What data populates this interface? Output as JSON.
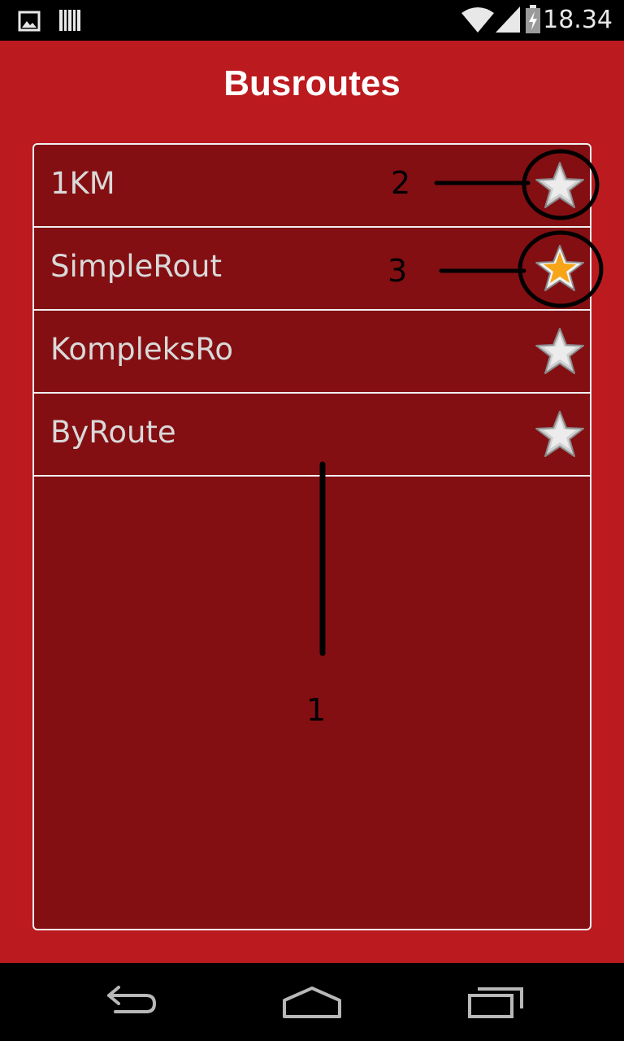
{
  "status_bar": {
    "time": "18.34",
    "icons": [
      "image-icon",
      "barcode-icon",
      "wifi-icon",
      "signal-icon",
      "battery-charging-icon"
    ]
  },
  "header": {
    "title": "Busroutes"
  },
  "routes": [
    {
      "label": "1KM",
      "favorite": false
    },
    {
      "label": "SimpleRout",
      "favorite": true
    },
    {
      "label": "KompleksRo",
      "favorite": false
    },
    {
      "label": "ByRoute",
      "favorite": false
    }
  ],
  "annotations": {
    "label_1": "1",
    "label_2": "2",
    "label_3": "3"
  },
  "nav_bar": {
    "icons": [
      "back-icon",
      "home-icon",
      "recent-apps-icon"
    ]
  },
  "colors": {
    "app_background": "#bb1a1f",
    "list_background": "#830f12",
    "star_favorite": "#f7a416",
    "star_default": "#cfcfcf"
  }
}
